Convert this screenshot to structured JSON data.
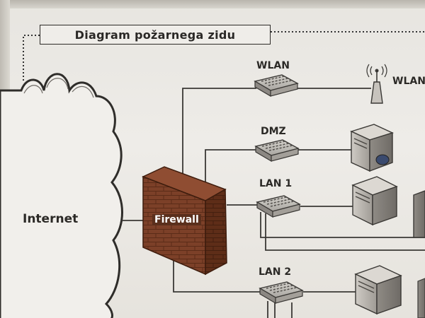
{
  "title": "Diagram požarnega zidu",
  "labels": {
    "internet": "Internet",
    "firewall": "Firewall",
    "wlan": "WLAN",
    "wlan_ap": "WLAN",
    "dmz": "DMZ",
    "lan1": "LAN 1",
    "lan2": "LAN 2"
  },
  "colors": {
    "background": "#ebe9e4",
    "line": "#3a3835",
    "firewall_brick": "#7a3f26",
    "firewall_dark": "#4d2514",
    "device_gray": "#b7b3ad"
  },
  "icons": [
    "cloud-icon",
    "firewall-icon",
    "switch-icon",
    "antenna-icon",
    "server-icon"
  ]
}
